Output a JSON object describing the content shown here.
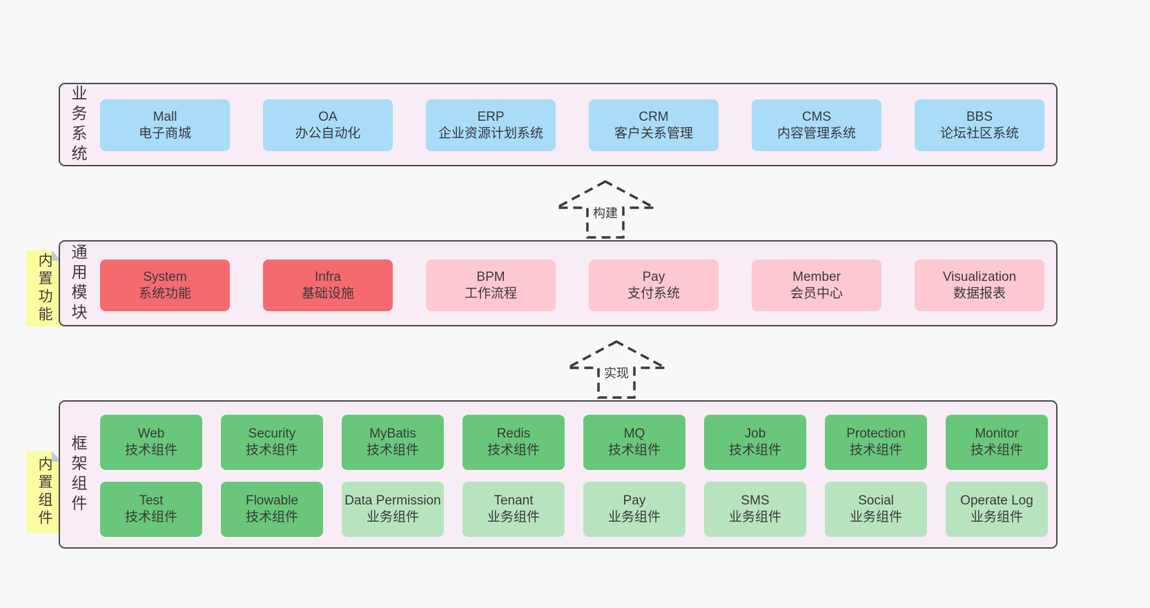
{
  "colors": {
    "page-bg": "#f8f8f8",
    "panel-bg": "#f8edf6",
    "panel-border": "#4a4a4a",
    "text": "#3a3a3a",
    "box-blue": "#a9dcf7",
    "box-red": "#f56a6f",
    "box-pink": "#fdc8d2",
    "box-green": "#69c77c",
    "box-green-light": "#b7e4bf",
    "sticky-yellow": "#fbfb9f",
    "sticky-fold": "#c9c9c9"
  },
  "layers": [
    {
      "side_label": "业务系统",
      "boxes": [
        {
          "title": "Mall",
          "subtitle": "电子商城"
        },
        {
          "title": "OA",
          "subtitle": "办公自动化"
        },
        {
          "title": "ERP",
          "subtitle": "企业资源计划系统"
        },
        {
          "title": "CRM",
          "subtitle": "客户关系管理"
        },
        {
          "title": "CMS",
          "subtitle": "内容管理系统"
        },
        {
          "title": "BBS",
          "subtitle": "论坛社区系统"
        }
      ]
    },
    {
      "side_label": "通用模块",
      "sticky": "内置功能",
      "boxes": [
        {
          "title": "System",
          "subtitle": "系统功能"
        },
        {
          "title": "Infra",
          "subtitle": "基础设施"
        },
        {
          "title": "BPM",
          "subtitle": "工作流程"
        },
        {
          "title": "Pay",
          "subtitle": "支付系统"
        },
        {
          "title": "Member",
          "subtitle": "会员中心"
        },
        {
          "title": "Visualization",
          "subtitle": "数据报表"
        }
      ]
    },
    {
      "side_label": "框架组件",
      "sticky": "内置组件",
      "rows": [
        [
          {
            "title": "Web",
            "subtitle": "技术组件"
          },
          {
            "title": "Security",
            "subtitle": "技术组件"
          },
          {
            "title": "MyBatis",
            "subtitle": "技术组件"
          },
          {
            "title": "Redis",
            "subtitle": "技术组件"
          },
          {
            "title": "MQ",
            "subtitle": "技术组件"
          },
          {
            "title": "Job",
            "subtitle": "技术组件"
          },
          {
            "title": "Protection",
            "subtitle": "技术组件"
          },
          {
            "title": "Monitor",
            "subtitle": "技术组件"
          }
        ],
        [
          {
            "title": "Test",
            "subtitle": "技术组件"
          },
          {
            "title": "Flowable",
            "subtitle": "技术组件"
          },
          {
            "title": "Data Permission",
            "subtitle": "业务组件"
          },
          {
            "title": "Tenant",
            "subtitle": "业务组件"
          },
          {
            "title": "Pay",
            "subtitle": "业务组件"
          },
          {
            "title": "SMS",
            "subtitle": "业务组件"
          },
          {
            "title": "Social",
            "subtitle": "业务组件"
          },
          {
            "title": "Operate Log",
            "subtitle": "业务组件"
          }
        ]
      ]
    }
  ],
  "arrows": [
    {
      "label": "构建"
    },
    {
      "label": "实现"
    }
  ]
}
